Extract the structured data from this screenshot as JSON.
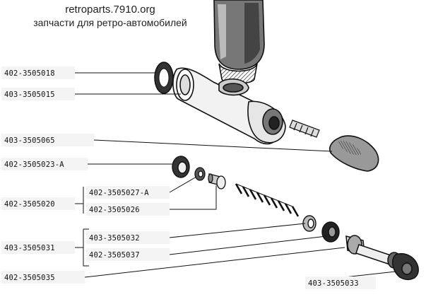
{
  "header": {
    "site": "retroparts.7910.org",
    "tagline": "запчасти для ретро-автомобилей"
  },
  "parts": {
    "p1": "402-3505018",
    "p2": "403-3505015",
    "p3": "403-3505065",
    "p4": "402-3505023-A",
    "p5": "402-3505020",
    "p6": "402-3505027-A",
    "p7": "402-3505026",
    "p8": "403-3505031",
    "p9": "403-3505032",
    "p10": "402-3505037",
    "p11": "402-3505035",
    "p12": "403-3505033"
  }
}
